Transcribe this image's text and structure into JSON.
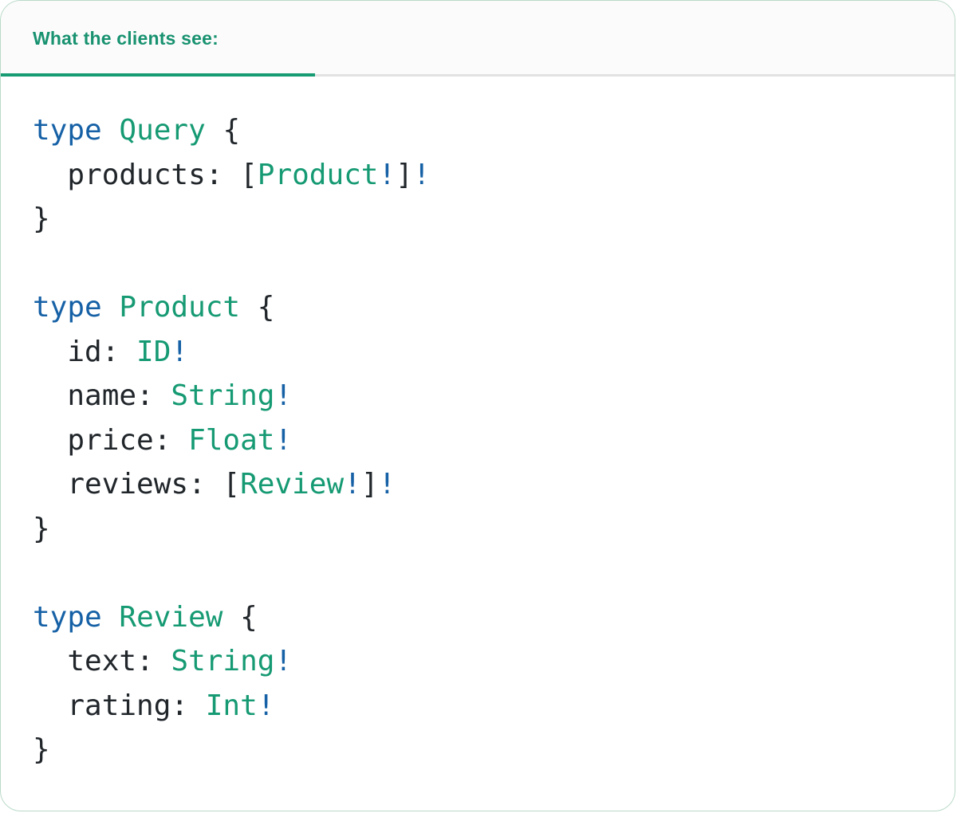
{
  "tab": {
    "label": "What the clients see:"
  },
  "colors": {
    "tab_text": "#189270",
    "tab_underline": "#169b72",
    "divider": "#e2e2e2",
    "card_border": "#b9dac9",
    "header_bg": "#fbfbfb",
    "code_plain": "#21262b",
    "code_keyword": "#1661a6",
    "code_type": "#169a73",
    "code_bang": "#1661a6"
  },
  "code": {
    "language": "graphql-sdl",
    "raw": "type Query {\n  products: [Product!]!\n}\n\ntype Product {\n  id: ID!\n  name: String!\n  price: Float!\n  reviews: [Review!]!\n}\n\ntype Review {\n  text: String!\n  rating: Int!\n}",
    "lines": [
      [
        {
          "text": "type",
          "type": "kw"
        },
        {
          "text": " ",
          "type": "pl"
        },
        {
          "text": "Query",
          "type": "ty"
        },
        {
          "text": " {",
          "type": "pl"
        }
      ],
      [
        {
          "text": "  products: [",
          "type": "pl"
        },
        {
          "text": "Product",
          "type": "ty"
        },
        {
          "text": "!",
          "type": "bang"
        },
        {
          "text": "]",
          "type": "pl"
        },
        {
          "text": "!",
          "type": "bang"
        }
      ],
      [
        {
          "text": "}",
          "type": "pl"
        }
      ],
      [],
      [
        {
          "text": "type",
          "type": "kw"
        },
        {
          "text": " ",
          "type": "pl"
        },
        {
          "text": "Product",
          "type": "ty"
        },
        {
          "text": " {",
          "type": "pl"
        }
      ],
      [
        {
          "text": "  id: ",
          "type": "pl"
        },
        {
          "text": "ID",
          "type": "ty"
        },
        {
          "text": "!",
          "type": "bang"
        }
      ],
      [
        {
          "text": "  name: ",
          "type": "pl"
        },
        {
          "text": "String",
          "type": "ty"
        },
        {
          "text": "!",
          "type": "bang"
        }
      ],
      [
        {
          "text": "  price: ",
          "type": "pl"
        },
        {
          "text": "Float",
          "type": "ty"
        },
        {
          "text": "!",
          "type": "bang"
        }
      ],
      [
        {
          "text": "  reviews: [",
          "type": "pl"
        },
        {
          "text": "Review",
          "type": "ty"
        },
        {
          "text": "!",
          "type": "bang"
        },
        {
          "text": "]",
          "type": "pl"
        },
        {
          "text": "!",
          "type": "bang"
        }
      ],
      [
        {
          "text": "}",
          "type": "pl"
        }
      ],
      [],
      [
        {
          "text": "type",
          "type": "kw"
        },
        {
          "text": " ",
          "type": "pl"
        },
        {
          "text": "Review",
          "type": "ty"
        },
        {
          "text": " {",
          "type": "pl"
        }
      ],
      [
        {
          "text": "  text: ",
          "type": "pl"
        },
        {
          "text": "String",
          "type": "ty"
        },
        {
          "text": "!",
          "type": "bang"
        }
      ],
      [
        {
          "text": "  rating: ",
          "type": "pl"
        },
        {
          "text": "Int",
          "type": "ty"
        },
        {
          "text": "!",
          "type": "bang"
        }
      ],
      [
        {
          "text": "}",
          "type": "pl"
        }
      ]
    ]
  }
}
